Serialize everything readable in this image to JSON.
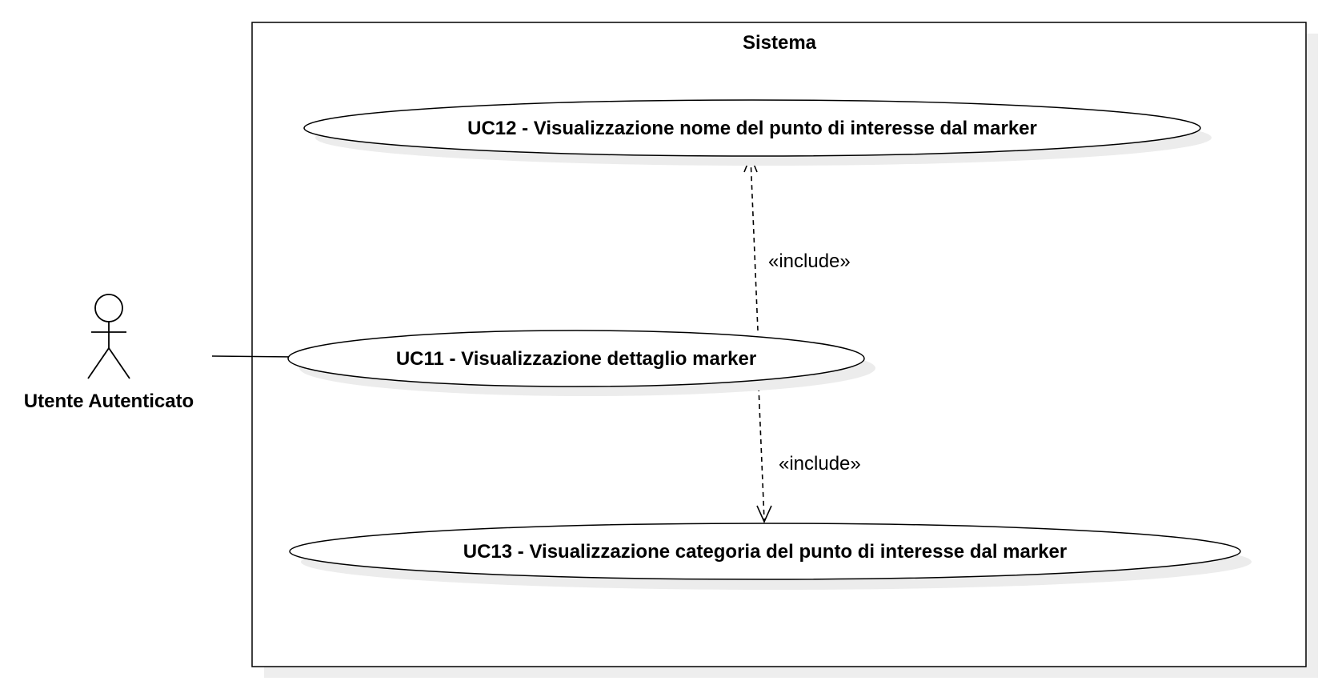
{
  "system": {
    "title": "Sistema"
  },
  "actor": {
    "label": "Utente Autenticato"
  },
  "use_cases": {
    "uc12": "UC12 - Visualizzazione nome del punto di interesse dal marker",
    "uc11": "UC11 - Visualizzazione dettaglio marker",
    "uc13": "UC13 - Visualizzazione categoria del punto di interesse dal marker"
  },
  "relations": {
    "include_to_uc12": "«include»",
    "include_to_uc13": "«include»"
  },
  "colors": {
    "stroke": "#000000",
    "shadow": "#e9e9e9",
    "background": "#ffffff"
  }
}
